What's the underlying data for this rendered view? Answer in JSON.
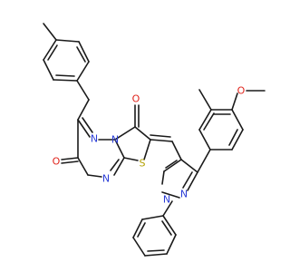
{
  "molecule": {
    "atoms": {
      "n_triazine_left": "N",
      "n_bridge": "N",
      "n_triazine_bottom": "N",
      "o_upper": "O",
      "o_lower": "O",
      "s_thiazole": "S",
      "n_pyrazole_right": "N",
      "n_pyrazole_bottom": "N",
      "o_methoxy": "O"
    }
  },
  "colors": {
    "nitrogen": "#2a3cd6",
    "oxygen": "#e0241c",
    "sulfur": "#b3a000",
    "bond": "#1a1a1a"
  }
}
